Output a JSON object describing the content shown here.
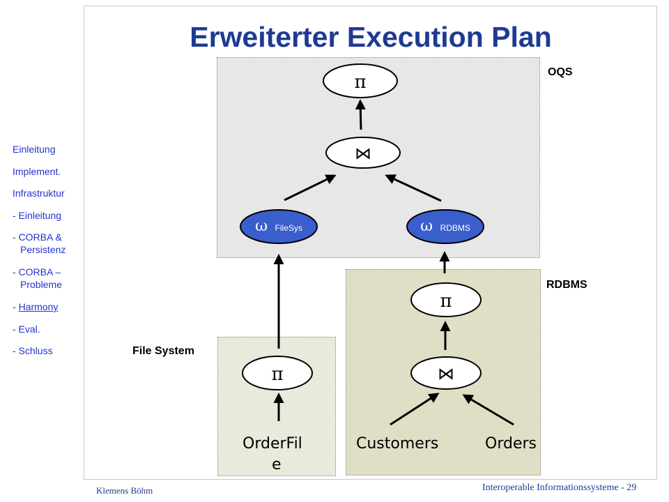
{
  "title": "Erweiterter Execution Plan",
  "nav": {
    "items": [
      "Einleitung",
      "Implement.",
      "Infrastruktur",
      "- Einleitung"
    ],
    "corba_persistenz": [
      "- CORBA &",
      "Persistenz"
    ],
    "corba_probleme": [
      "- CORBA –",
      "Probleme"
    ],
    "harmony_prefix": "- ",
    "harmony": "Harmony",
    "eval": "- Eval.",
    "schluss": "- Schluss"
  },
  "areas": {
    "oqs": "OQS",
    "rdbms": "RDBMS",
    "file_system": "File System"
  },
  "nodes": {
    "pi_symbol": "π",
    "join_symbol": "⋈",
    "omega_symbol": "ω",
    "omega_filesys_label": "FileSys",
    "omega_rdbms_label": "RDBMS"
  },
  "leaves": {
    "orderfile_line1": "OrderFil",
    "orderfile_line2": "e",
    "customers": "Customers",
    "orders": "Orders"
  },
  "footer": {
    "author": "Klemens Böhm",
    "course_page": "Interoperable Informationssysteme - 29"
  },
  "colors": {
    "title": "#1f3a93",
    "nav": "#2233cc",
    "omega_fill": "#3a5ecc",
    "node_fill": "#ffffff"
  }
}
